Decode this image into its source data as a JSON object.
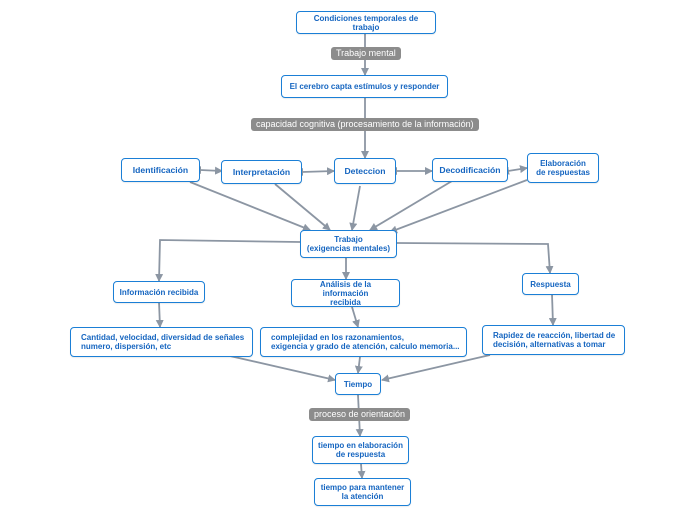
{
  "colors": {
    "node_border": "#1b7fd6",
    "node_text": "#1565c0",
    "label_bg": "#8c8c8c",
    "label_text": "#ffffff",
    "edge": "#8c96a3"
  },
  "nodes": {
    "condiciones": "Condiciones temporales de trabajo",
    "cerebro": "El cerebro capta estímulos y responder",
    "identificacion": "Identificación",
    "interpretacion": "Interpretación",
    "deteccion": "Deteccion",
    "decodificacion": "Decodificación",
    "elaboracion": "Elaboración\nde respuestas",
    "trabajo": "Trabajo\n(exigencias mentales)",
    "informacion_recibida": "Información recibida",
    "analisis": "Análisis de la información\nrecibida",
    "respuesta": "Respuesta",
    "cantidad": "Cantidad, velocidad, diversidad de señales\nnumero, dispersión, etc",
    "complejidad": "complejidad en los razonamientos,\nexigencia y grado de atención, calculo memoria...",
    "rapidez": "Rapidez de reacción, libertad de\ndecisión, alternativas a tomar",
    "tiempo": "Tiempo",
    "tiempo_elaboracion": "tiempo en elaboración\nde respuesta",
    "tiempo_mantener": "tiempo para mantener\nla atención"
  },
  "labels": {
    "trabajo_mental": "Trabajo mental",
    "capacidad": "capacidad cognitiva (procesamiento de la información)",
    "orientacion": "proceso de orientación"
  }
}
